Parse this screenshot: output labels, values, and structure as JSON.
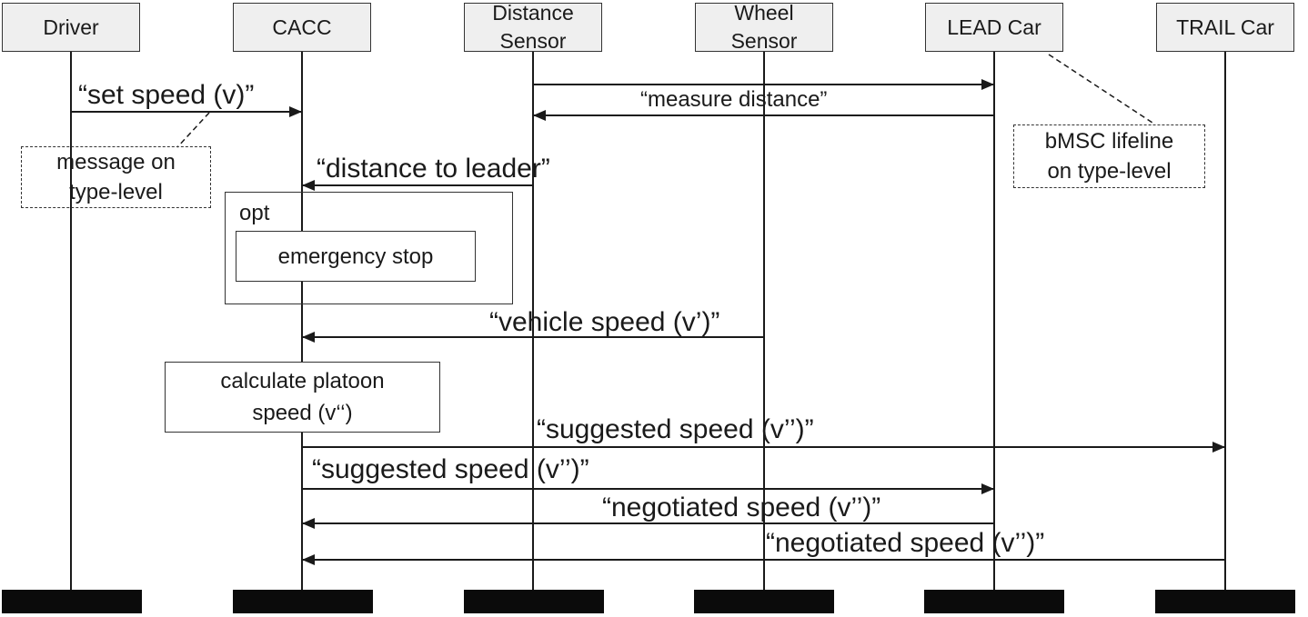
{
  "lifelines": [
    {
      "id": "driver",
      "label": "Driver"
    },
    {
      "id": "cacc",
      "label": "CACC"
    },
    {
      "id": "distance_sensor",
      "label": "Distance\nSensor"
    },
    {
      "id": "wheel_sensor",
      "label": "Wheel\nSensor"
    },
    {
      "id": "lead_car",
      "label": "LEAD Car"
    },
    {
      "id": "trail_car",
      "label": "TRAIL Car"
    }
  ],
  "messages": [
    {
      "from": "driver",
      "to": "cacc",
      "label": "“set speed (v)”"
    },
    {
      "from": "distance_sensor",
      "to": "lead_car",
      "label": ""
    },
    {
      "from": "lead_car",
      "to": "distance_sensor",
      "label": "“measure distance”"
    },
    {
      "from": "distance_sensor",
      "to": "cacc",
      "label": "“distance to leader”"
    },
    {
      "from": "wheel_sensor",
      "to": "cacc",
      "label": "“vehicle speed (v’)”"
    },
    {
      "from": "cacc",
      "to": "trail_car",
      "label": "“suggested speed (v’’)”"
    },
    {
      "from": "cacc",
      "to": "lead_car",
      "label": "“suggested speed (v’’)”"
    },
    {
      "from": "lead_car",
      "to": "cacc",
      "label": "“negotiated speed (v’’)”"
    },
    {
      "from": "trail_car",
      "to": "cacc",
      "label": "“negotiated speed (v’’)”"
    }
  ],
  "fragment": {
    "operator": "opt",
    "action": "emergency stop"
  },
  "actions": {
    "calculate": "calculate platoon\nspeed (v‘‘)"
  },
  "notes": {
    "message_note": "message on\ntype-level",
    "lifeline_note": "bMSC lifeline\non type-level"
  }
}
